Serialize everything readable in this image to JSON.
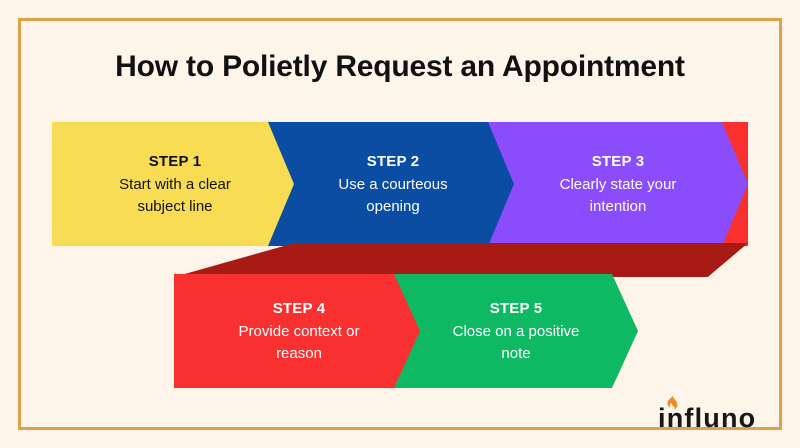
{
  "page": {
    "background_color": "#FDF4EA",
    "frame_color": "#E0A04B",
    "title": "How to Polietly Request an Appointment"
  },
  "flow": {
    "rows": [
      {
        "name": "row-one",
        "steps": [
          {
            "label": "STEP 1",
            "description": "Start with a clear subject line",
            "description_line1": "Start with a clear",
            "description_line2": "subject line",
            "fill_color": "#F8DC53",
            "text_color": "#111111"
          },
          {
            "label": "STEP 2",
            "description": "Use a courteous opening",
            "description_line1": "Use a courteous",
            "description_line2": "opening",
            "fill_color": "#0A4DA3",
            "text_color": "#FFFFFF"
          },
          {
            "label": "STEP 3",
            "description": "Clearly state your intention",
            "description_line1": "Clearly state your",
            "description_line2": "intention",
            "fill_color": "#8B4DFB",
            "text_color": "#FFFFFF"
          }
        ]
      },
      {
        "name": "row-two",
        "steps": [
          {
            "label": "STEP 4",
            "description": "Provide context or reason",
            "description_line1": "Provide context or",
            "description_line2": "reason",
            "fill_color": "#F93030",
            "text_color": "#FFFFFF"
          },
          {
            "label": "STEP 5",
            "description": "Close on a positive note",
            "description_line1": "Close on a positive",
            "description_line2": "note",
            "fill_color": "#0FB863",
            "text_color": "#FFFFFF"
          }
        ]
      }
    ],
    "connector": {
      "name": "fold-connector",
      "color": "#A81A14"
    },
    "backplate": {
      "name": "red-backplate",
      "color": "#F93030"
    }
  },
  "logo": {
    "text": "influno",
    "icon": "flame-icon",
    "flame_color": "#F08A23",
    "text_color": "#15171A"
  }
}
